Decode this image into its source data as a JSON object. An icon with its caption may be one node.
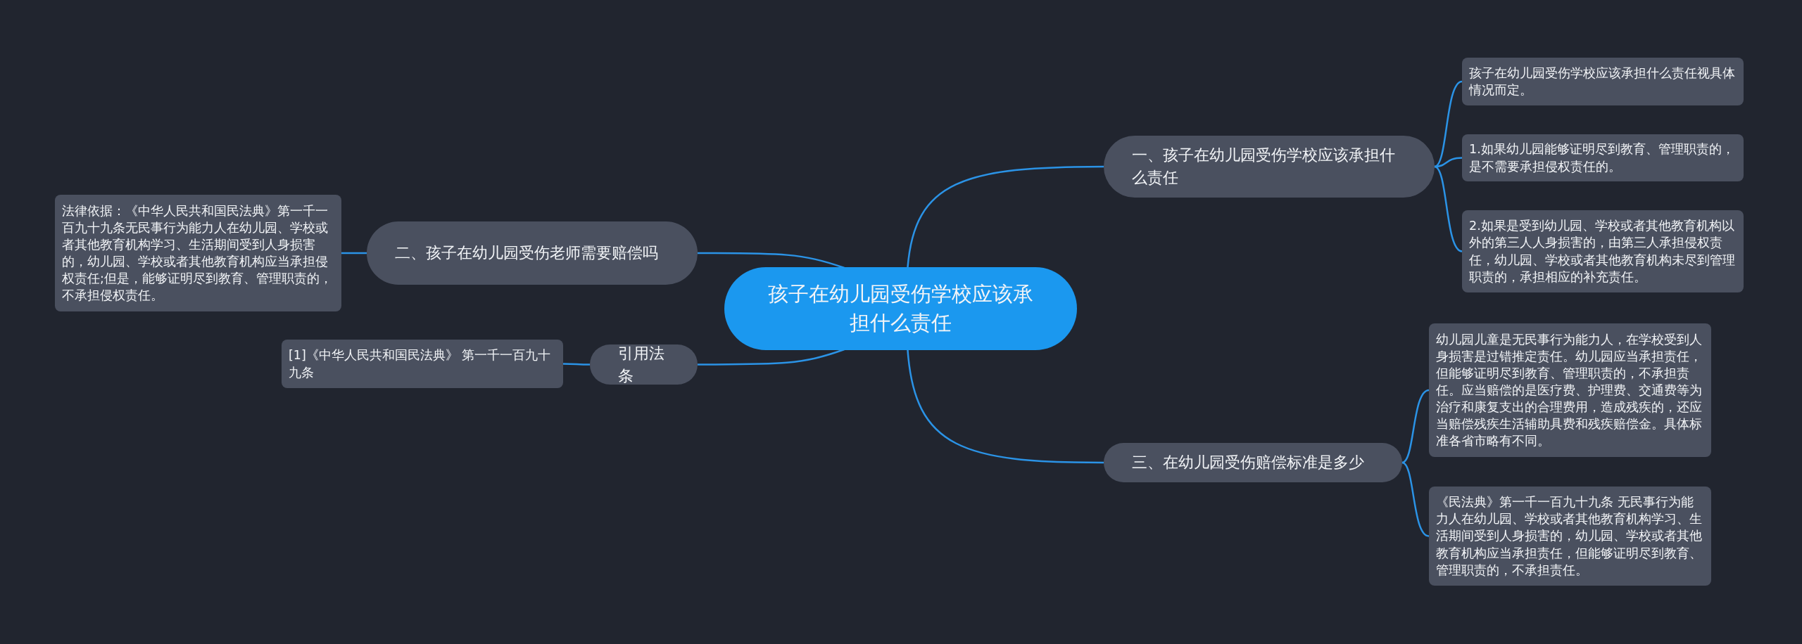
{
  "diagram": {
    "nodes": [
      {
        "text": [
          "孩子在幼儿园受伤学校应该承担什么责任"
        ]
      },
      {
        "text": [
          "一、孩子在幼儿园受伤学校应该承担什么责任"
        ]
      },
      {
        "text": [
          "孩子在幼儿园受伤学校应该承担什么责任视具体情况而定。"
        ]
      },
      {
        "text": [
          "1.如果幼儿园能够证明尽到教育、管理职责的，是不需要承担侵权责任的。"
        ]
      },
      {
        "text": [
          "2.如果是受到幼儿园、学校或者其他教育机构以外的第三人人身损害的，由第三人承担侵权责任，幼儿园、学校或者其他教育机构未尽到管理职责的，承担相应的补充责任。"
        ]
      },
      {
        "text": [
          "二、孩子在幼儿园受伤老师需要赔偿吗"
        ]
      },
      {
        "text": [
          "法律依据：《中华人民共和国民法典》第一千一百九十九条无民事行为能力人在幼儿园、学校或者其他教育机构学习、生活期间受到人身损害的，幼儿园、学校或者其他教育机构应当承担侵权责任;但是，能够证明尽到教育、管理职责的，不承担侵权责任。"
        ]
      },
      {
        "text": [
          "引用法条"
        ]
      },
      {
        "text": [
          "[1]《中华人民共和国民法典》 第一千一百九十九条"
        ]
      },
      {
        "text": [
          "三、在幼儿园受伤赔偿标准是多少"
        ]
      },
      {
        "text": [
          "幼儿园儿童是无民事行为能力人，在学校受到人身损害是过错推定责任。幼儿园应当承担责任，但能够证明尽到教育、管理职责的，不承担责任。应当赔偿的是医疗费、护理费、交通费等为治疗和康复支出的合理费用，造成残疾的，还应当赔偿残疾生活辅助具费和残疾赔偿金。具体标准各省市略有不同。"
        ]
      },
      {
        "text": [
          "《民法典》第一千一百九十九条 无民事行为能力人在幼儿园、学校或者其他教育机构学习、生活期间受到人身损害的，幼儿园、学校或者其他教育机构应当承担责任，但能够证明尽到教育、管理职责的，不承担责任。"
        ]
      }
    ],
    "edges": [
      {
        "from": 0,
        "to": 1,
        "arrow": "none"
      },
      {
        "from": 1,
        "to": 2,
        "arrow": "none"
      },
      {
        "from": 1,
        "to": 3,
        "arrow": "none"
      },
      {
        "from": 1,
        "to": 4,
        "arrow": "none"
      },
      {
        "from": 0,
        "to": 5,
        "arrow": "none"
      },
      {
        "from": 5,
        "to": 6,
        "arrow": "none"
      },
      {
        "from": 0,
        "to": 7,
        "arrow": "none"
      },
      {
        "from": 7,
        "to": 8,
        "arrow": "none"
      },
      {
        "from": 0,
        "to": 9,
        "arrow": "none"
      },
      {
        "from": 9,
        "to": 10,
        "arrow": "none"
      },
      {
        "from": 9,
        "to": 11,
        "arrow": "none"
      }
    ]
  }
}
